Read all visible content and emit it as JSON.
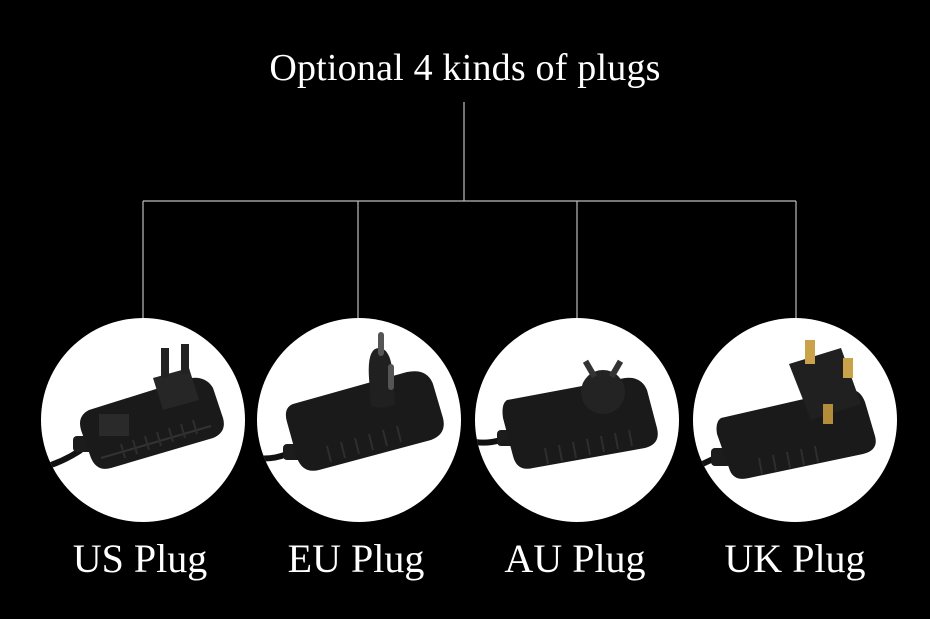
{
  "title": "Optional 4 kinds of plugs",
  "plugs": [
    {
      "label": "US Plug",
      "icon": "us-plug-adapter-icon"
    },
    {
      "label": "EU Plug",
      "icon": "eu-plug-adapter-icon"
    },
    {
      "label": "AU Plug",
      "icon": "au-plug-adapter-icon"
    },
    {
      "label": "UK Plug",
      "icon": "uk-plug-adapter-icon"
    }
  ],
  "colors": {
    "background": "#000000",
    "text": "#ffffff",
    "connector_lines": "#bdbdbd",
    "adapter_body": "#1a1a1a",
    "uk_pin_brass": "#c9a24a"
  }
}
